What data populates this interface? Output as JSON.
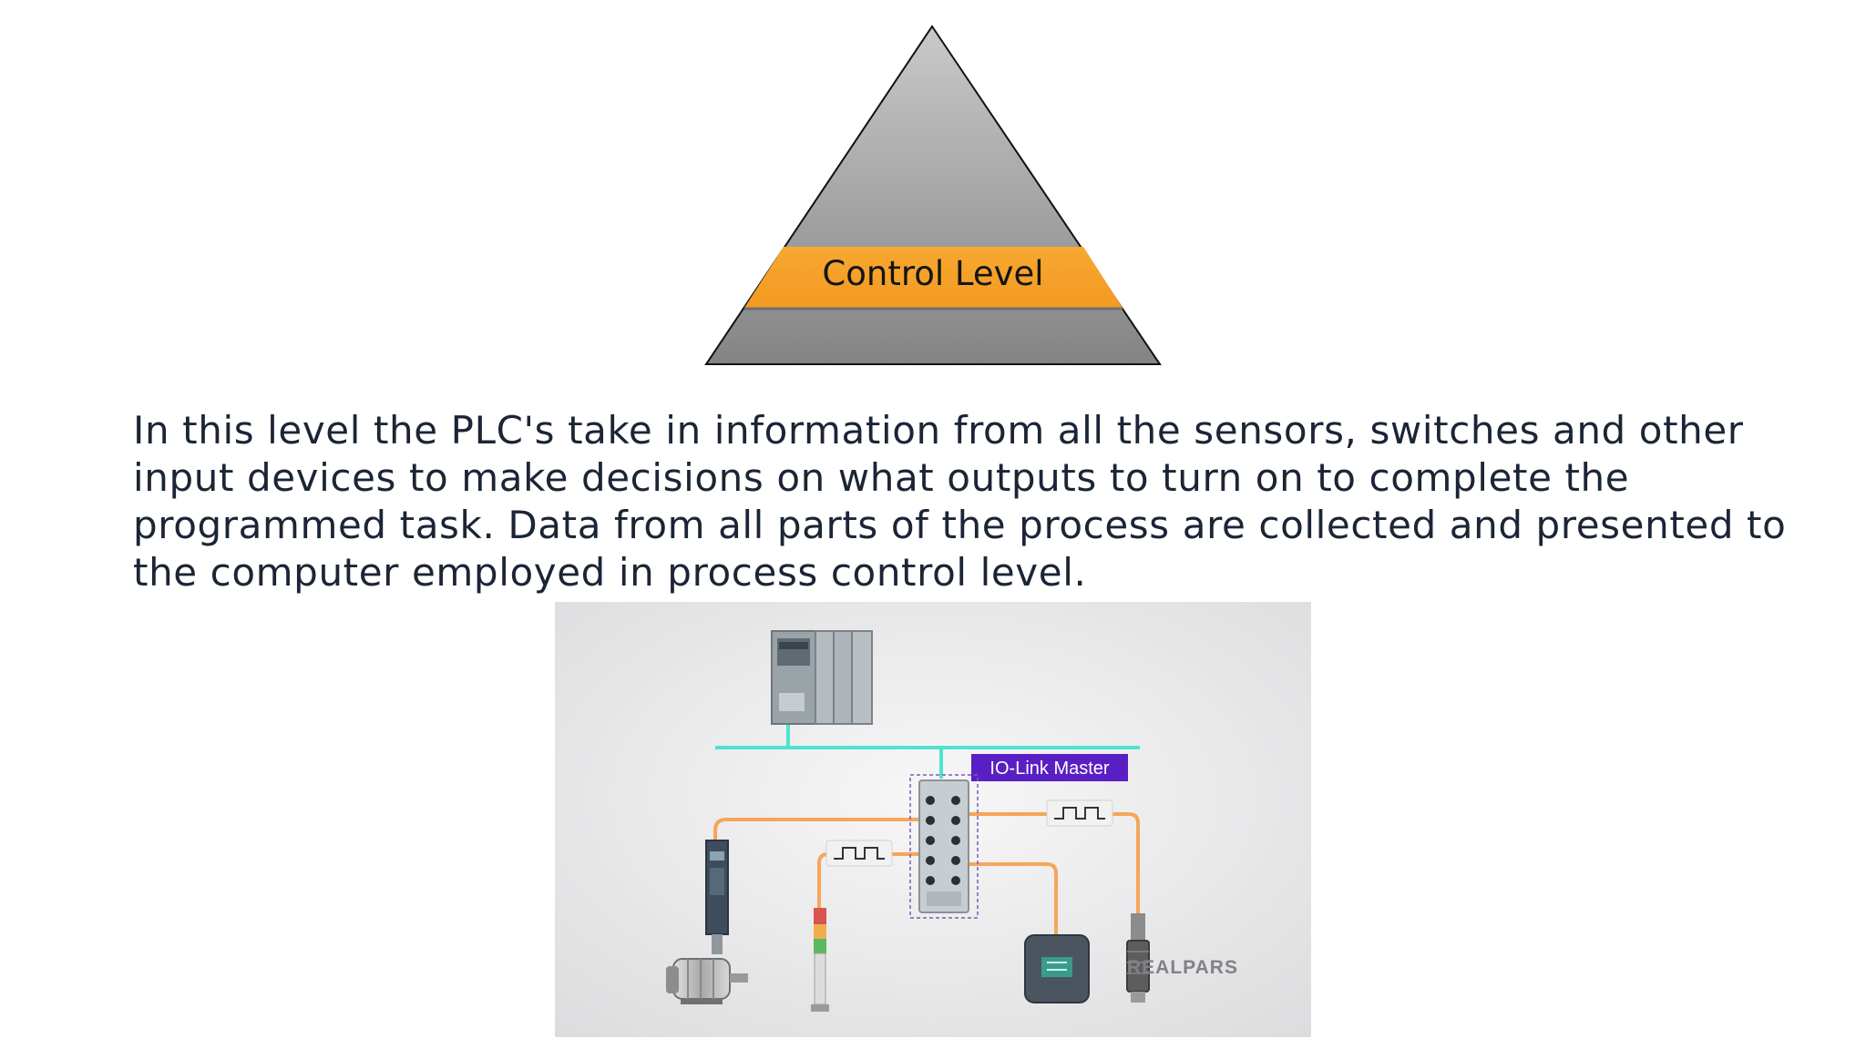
{
  "pyramid": {
    "band_label": "Control Level",
    "colors": {
      "band": "#f7a22e",
      "body_top": "#c4c4c4",
      "body_bottom": "#858585"
    }
  },
  "description": {
    "lines": [
      "In this level the PLC's take in information from all the sensors, switches and other",
      "input devices to make decisions on what outputs to turn on to complete the",
      "programmed task. Data from all parts of the process are collected and presented to",
      "the computer employed in process control level."
    ]
  },
  "diagram": {
    "master_label": "IO-Link Master",
    "watermark": "REALPARS",
    "colors": {
      "network": "#4fe3d0",
      "cable": "#f5a65a",
      "label_bg": "#5a1fc4"
    },
    "devices": [
      "plc-icon",
      "io-link-master-icon",
      "frequency-drive-icon",
      "motor-icon",
      "signal-tower-icon",
      "rfid-reader-icon",
      "proximity-sensor-icon",
      "pulse-signal-icon"
    ]
  }
}
